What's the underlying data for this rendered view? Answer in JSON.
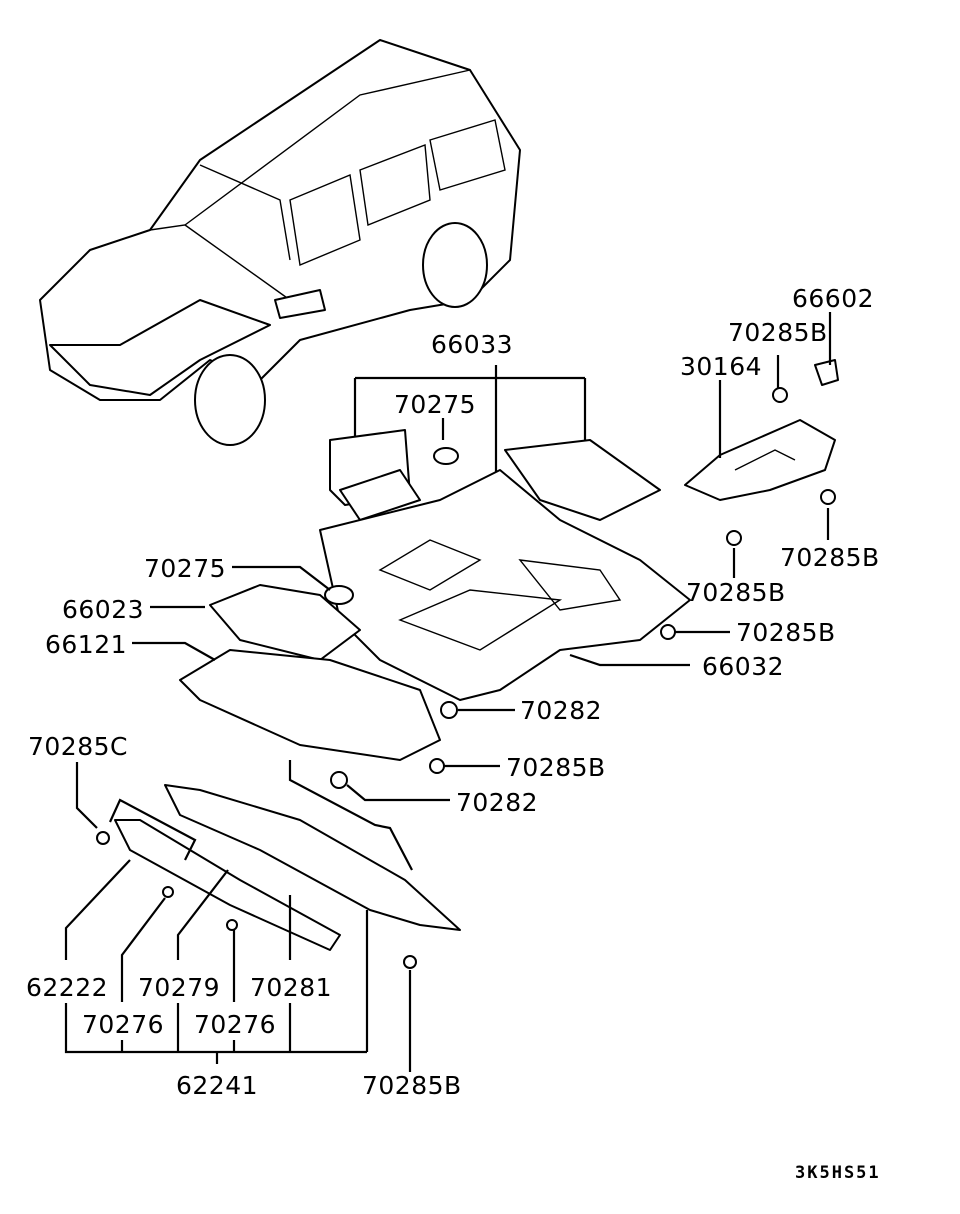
{
  "diagram": {
    "type": "exploded parts diagram",
    "subject": "vehicle under-body skid plates / splash guards",
    "drawing_code": "3K5HS51",
    "labels": {
      "l66602": "66602",
      "l70285B_top": "70285B",
      "l30164": "30164",
      "l66033": "66033",
      "l70275_top": "70275",
      "l70285B_right1": "70285B",
      "l70285B_right2": "70285B",
      "l70285B_right3": "70285B",
      "l70275_left": "70275",
      "l66023": "66023",
      "l66121": "66121",
      "l66032": "66032",
      "l70282_a": "70282",
      "l70285B_mid": "70285B",
      "l70282_b": "70282",
      "l70285C": "70285C",
      "l62222": "62222",
      "l70279": "70279",
      "l70281": "70281",
      "l70276_a": "70276",
      "l70276_b": "70276",
      "l62241": "62241",
      "l70285B_bottom": "70285B"
    },
    "assembly_groups": [
      {
        "parent": "66033",
        "children": [
          "70275"
        ]
      },
      {
        "parent": "62241",
        "children": [
          "62222",
          "70276",
          "70279",
          "70276",
          "70281"
        ]
      }
    ]
  }
}
